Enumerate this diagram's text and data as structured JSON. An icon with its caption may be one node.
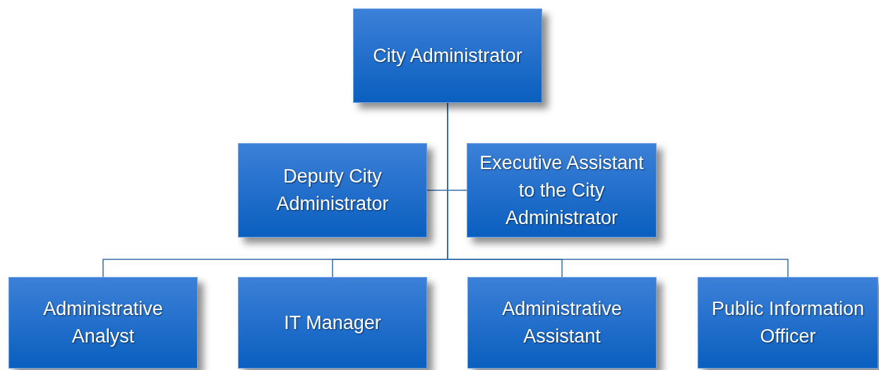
{
  "diagram": {
    "nodes": [
      {
        "text": [
          "City Administrator"
        ]
      },
      {
        "text": [
          "Deputy City Administrator"
        ]
      },
      {
        "text": [
          "Executive Assistant to the City Administrator"
        ]
      },
      {
        "text": [
          "Administrative Analyst"
        ]
      },
      {
        "text": [
          "IT Manager"
        ]
      },
      {
        "text": [
          "Administrative Assistant"
        ]
      },
      {
        "text": [
          "Public Information Officer"
        ]
      }
    ],
    "edges": [
      {
        "from": 0,
        "to": 1,
        "arrow": "none"
      },
      {
        "from": 0,
        "to": 2,
        "arrow": "none"
      },
      {
        "from": 0,
        "to": 3,
        "arrow": "none"
      },
      {
        "from": 0,
        "to": 4,
        "arrow": "none"
      },
      {
        "from": 0,
        "to": 5,
        "arrow": "none"
      },
      {
        "from": 0,
        "to": 6,
        "arrow": "none"
      }
    ]
  }
}
